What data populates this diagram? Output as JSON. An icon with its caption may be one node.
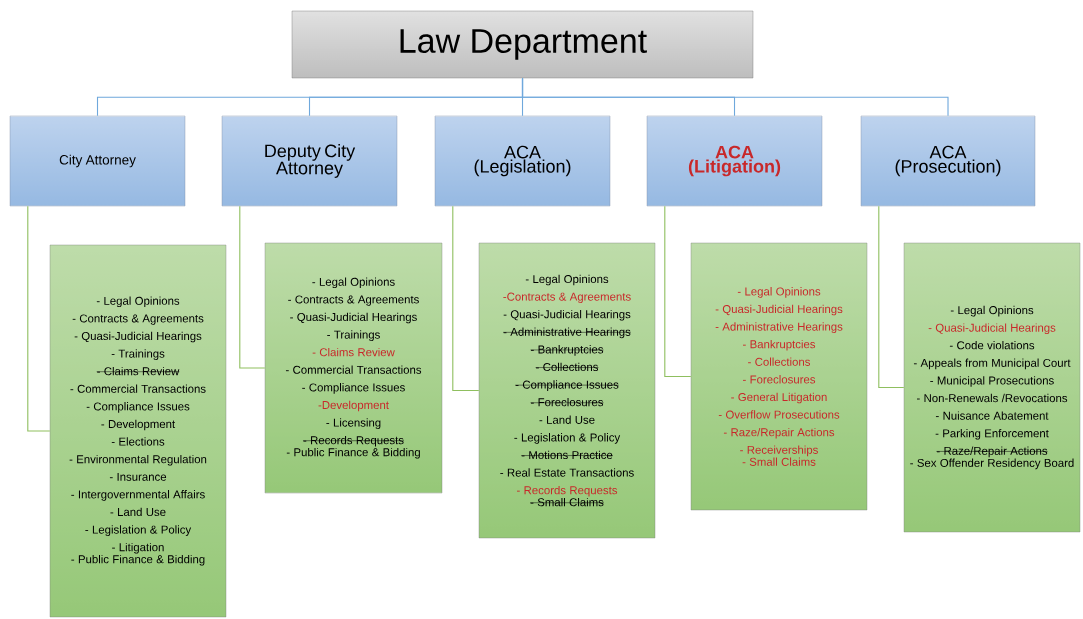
{
  "diagram": {
    "nodes": [
      {
        "text": [
          "Law Department"
        ]
      },
      {
        "text": [
          "City Attorney"
        ]
      },
      {
        "text": [
          "Deputy City Attorney"
        ]
      },
      {
        "text": [
          "ACA (Legislation)"
        ]
      },
      {
        "text": [
          "ACA (Litigation)"
        ]
      },
      {
        "text": [
          "ACA (Prosecution)"
        ]
      },
      {
        "text": [
          "- Legal Opinions",
          "- Contracts & Agreements",
          "- Quasi-Judicial Hearings",
          "- Trainings",
          "- Claims Review",
          "- Commercial Transactions",
          "- Compliance Issues",
          "- Development",
          "- Elections",
          "- Environmental Regulation",
          "- Insurance",
          "- Intergovernmental Affairs",
          "- Land Use",
          "- Legislation & Policy",
          "- Litigation",
          "- Public Finance & Bidding"
        ]
      },
      {
        "text": [
          "- Legal Opinions",
          "- Contracts & Agreements",
          "- Quasi-Judicial Hearings",
          "- Trainings",
          "- Claims Review",
          "- Commercial Transactions",
          "- Compliance Issues",
          "-Development",
          "- Licensing",
          "- Records Requests",
          "- Public Finance & Bidding"
        ]
      },
      {
        "text": [
          "- Legal Opinions",
          "-Contracts & Agreements",
          "- Quasi-Judicial Hearings",
          "- Administrative Hearings",
          "- Bankruptcies",
          "- Collections",
          "- Compliance Issues",
          "- Foreclosures",
          "- Land Use",
          "- Legislation & Policy",
          "- Motions Practice",
          "- Real Estate Transactions",
          "- Records Requests",
          "- Small Claims"
        ]
      },
      {
        "text": [
          "- Legal Opinions",
          "- Quasi-Judicial Hearings",
          "- Administrative Hearings",
          "- Bankruptcies",
          "- Collections",
          "- Foreclosures",
          "- General Litigation",
          "- Overflow Prosecutions",
          "- Raze/Repair Actions",
          "- Receiverships",
          "- Small Claims"
        ]
      },
      {
        "text": [
          "- Legal Opinions",
          "- Quasi-Judicial Hearings",
          "- Code violations",
          "- Appeals from Municipal Court",
          "- Municipal Prosecutions",
          "- Non-Renewals /Revocations",
          "- Nuisance Abatement",
          "- Parking Enforcement",
          "- Raze/Repair Actions",
          "- Sex Offender Residency Board"
        ]
      }
    ],
    "edges": [
      {
        "from": 0,
        "to": 1,
        "arrow": "none",
        "color": "#6fa8dc"
      },
      {
        "from": 0,
        "to": 2,
        "arrow": "none",
        "color": "#6fa8dc"
      },
      {
        "from": 0,
        "to": 3,
        "arrow": "none",
        "color": "#6fa8dc"
      },
      {
        "from": 0,
        "to": 4,
        "arrow": "none",
        "color": "#6fa8dc"
      },
      {
        "from": 0,
        "to": 5,
        "arrow": "none",
        "color": "#6fa8dc"
      },
      {
        "from": 1,
        "to": 6,
        "arrow": "none",
        "color": "#8fbf5f"
      },
      {
        "from": 2,
        "to": 7,
        "arrow": "none",
        "color": "#8fbf5f"
      },
      {
        "from": 3,
        "to": 8,
        "arrow": "none",
        "color": "#8fbf5f"
      },
      {
        "from": 4,
        "to": 9,
        "arrow": "none",
        "color": "#8fbf5f"
      },
      {
        "from": 5,
        "to": 10,
        "arrow": "none",
        "color": "#8fbf5f"
      }
    ]
  }
}
